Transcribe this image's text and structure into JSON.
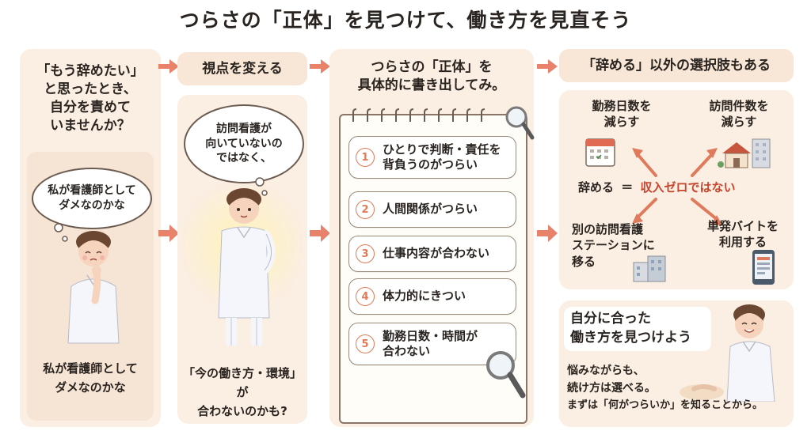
{
  "title": "つらさの「正体」を見つけて、働き方を見直そう",
  "col1": {
    "header_lines": [
      "「もう辞めたい」",
      "と思ったとき、",
      "自分を責めて",
      "いませんか？"
    ],
    "thought_lines": [
      "私が看護師として",
      "ダメなのかな"
    ],
    "caption_lines": [
      "私が看護師として",
      "ダメなのかな"
    ]
  },
  "col2": {
    "header": "視点を変える",
    "thought_lines": [
      "訪問看護が",
      "向いていないの",
      "ではなく、"
    ],
    "caption_lines": [
      "「今の働き方・環境」が",
      "合わないのかも?"
    ]
  },
  "col3": {
    "header_lines": [
      "つらさの「正体」を",
      "具体的に書き出してみ。"
    ],
    "steps": [
      {
        "num": "1",
        "lines": [
          "ひとりで判断・責任を",
          "背負うのがつらい"
        ]
      },
      {
        "num": "2",
        "lines": [
          "人間関係がつらい"
        ]
      },
      {
        "num": "3",
        "lines": [
          "仕事内容が合わない"
        ]
      },
      {
        "num": "4",
        "lines": [
          "体力的にきつい"
        ]
      },
      {
        "num": "5",
        "lines": [
          "勤務日数・時間が",
          "合わない"
        ]
      }
    ]
  },
  "col4": {
    "header": "「辞める」以外の選択肢もある",
    "options": {
      "top_left": [
        "勤務日数を",
        "減らす"
      ],
      "top_right": [
        "訪問件数を",
        "減らす"
      ],
      "bottom_left": [
        "別の訪問看護",
        "ステーションに",
        "移る"
      ],
      "bottom_right": [
        "単発バイトを",
        "利用する"
      ]
    },
    "center_left": "辞める",
    "center_sign": "＝",
    "center_right": "収入ゼロではない",
    "closing_title_lines": [
      "自分に合った",
      "働き方を見つけよう"
    ],
    "closing_lines": [
      "悩みながらも、",
      "続け方は選べる。",
      "まずは「何がつらいか」を知ることから。"
    ]
  },
  "colors": {
    "panel": "#fbeee2",
    "arrow": "#e8826a",
    "accent": "#c8452e",
    "step_number": "#e07a55"
  },
  "icons": [
    "calendar-icon",
    "house-icon",
    "office-building-icon",
    "smartphone-icon",
    "magnifier-icon",
    "nurse-illustration"
  ]
}
